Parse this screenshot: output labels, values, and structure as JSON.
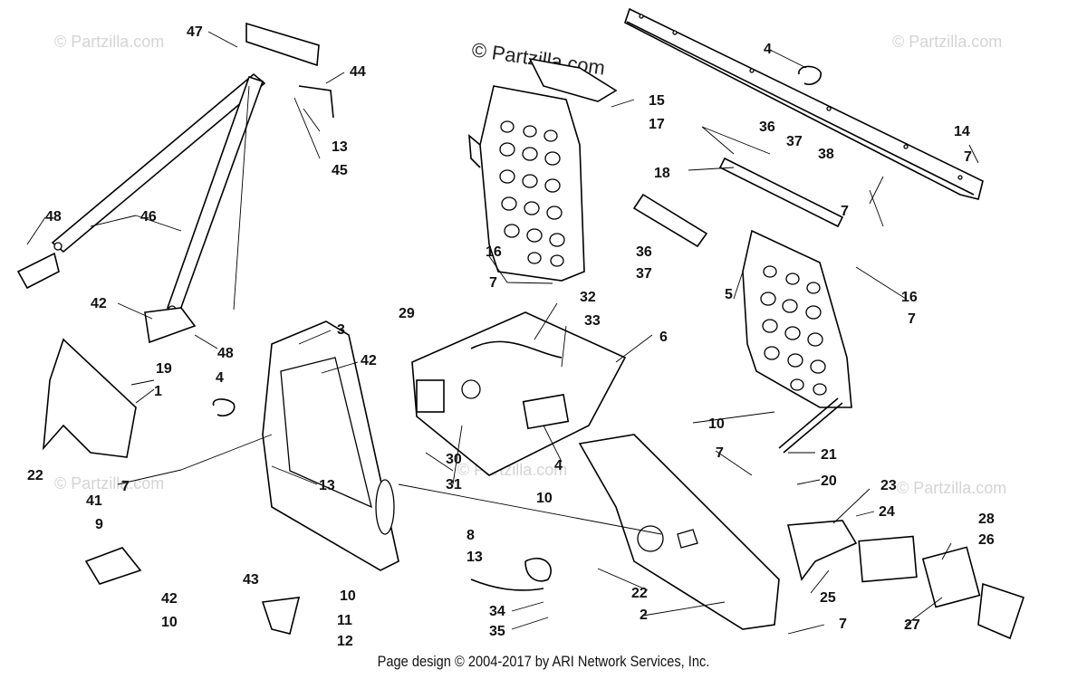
{
  "footer": "Page design © 2004-2017 by ARI Network Services, Inc.",
  "brand_watermark": "© Partzilla.com",
  "faint_watermark": "© Partzilla.com",
  "callouts": [
    "1",
    "2",
    "3",
    "4",
    "5",
    "6",
    "7",
    "8",
    "9",
    "10",
    "11",
    "12",
    "13",
    "14",
    "15",
    "16",
    "17",
    "18",
    "19",
    "20",
    "21",
    "22",
    "23",
    "24",
    "25",
    "26",
    "27",
    "28",
    "29",
    "30",
    "31",
    "32",
    "33",
    "34",
    "35",
    "36",
    "37",
    "38",
    "41",
    "42",
    "43",
    "44",
    "45",
    "46",
    "47",
    "48"
  ],
  "colors": {
    "line": "#000000",
    "background": "#ffffff",
    "watermark": "#d4d4d4"
  }
}
